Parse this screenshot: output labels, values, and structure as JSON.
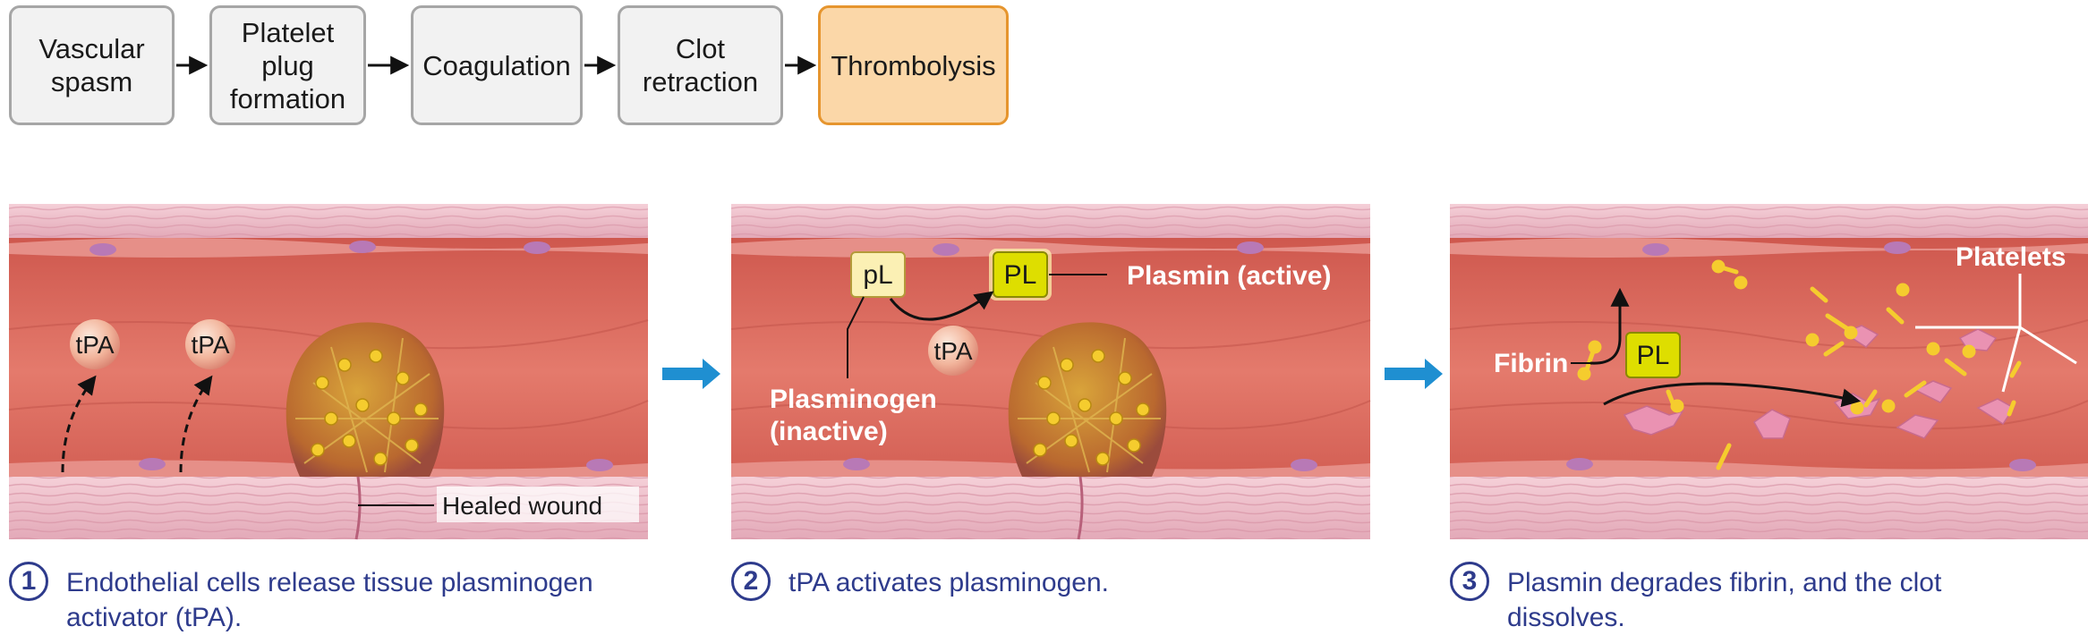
{
  "flow": {
    "steps": [
      {
        "label": "Vascular\nspasm"
      },
      {
        "label": "Platelet\nplug\nformation"
      },
      {
        "label": "Coagulation"
      },
      {
        "label": "Clot\nretraction"
      },
      {
        "label": "Thrombolysis"
      }
    ],
    "active_index": 4
  },
  "panels": [
    {
      "number": "1",
      "caption": "Endothelial cells release tissue plasminogen\nactivator (tPA).",
      "labels": {
        "tpa_1": "tPA",
        "tpa_2": "tPA",
        "healed_wound": "Healed wound"
      }
    },
    {
      "number": "2",
      "caption": "tPA activates plasminogen.",
      "labels": {
        "pl_inactive": "pL",
        "pl_active": "PL",
        "tpa": "tPA",
        "plasmin": "Plasmin (active)",
        "plasminogen_1": "Plasminogen",
        "plasminogen_2": "(inactive)"
      }
    },
    {
      "number": "3",
      "caption": "Plasmin degrades fibrin, and the clot\ndissolves.",
      "labels": {
        "fibrin": "Fibrin",
        "pl_active": "PL",
        "platelets": "Platelets"
      }
    }
  ],
  "colors": {
    "active_box": "#fbd7a8",
    "active_border": "#e6952e",
    "vessel_lumen": "#d9645a",
    "vessel_wall": "#f0c3cd",
    "caption_blue": "#2e3b8c",
    "arrow_blue": "#1f8fd1",
    "plasmin_yellow": "#dede00",
    "fibrin_yellow": "#f5cc2e"
  }
}
